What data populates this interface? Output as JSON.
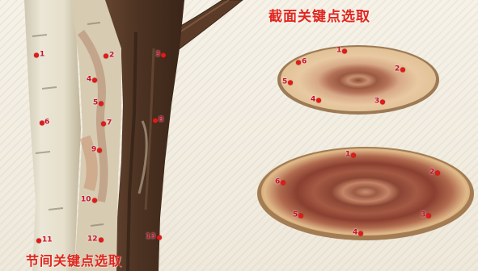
{
  "titles": {
    "section": "截面关键点选取",
    "node": "节间关键点选取"
  },
  "colors": {
    "accent": "#e0261f",
    "marker": "#e11a1a",
    "bark_light": "#e7e1cf",
    "bark_dark": "#5a3a26",
    "wood_light": "#d9b98a",
    "wood_dark": "#7a3e2c"
  },
  "trunk_points": [
    "1",
    "2",
    "3",
    "4",
    "5",
    "6",
    "7",
    "8",
    "9",
    "10",
    "11",
    "12",
    "13"
  ],
  "upper_section_points": [
    "1",
    "2",
    "3",
    "4",
    "5",
    "6"
  ],
  "lower_section_points": [
    "1",
    "2",
    "3",
    "4",
    "5",
    "6"
  ]
}
